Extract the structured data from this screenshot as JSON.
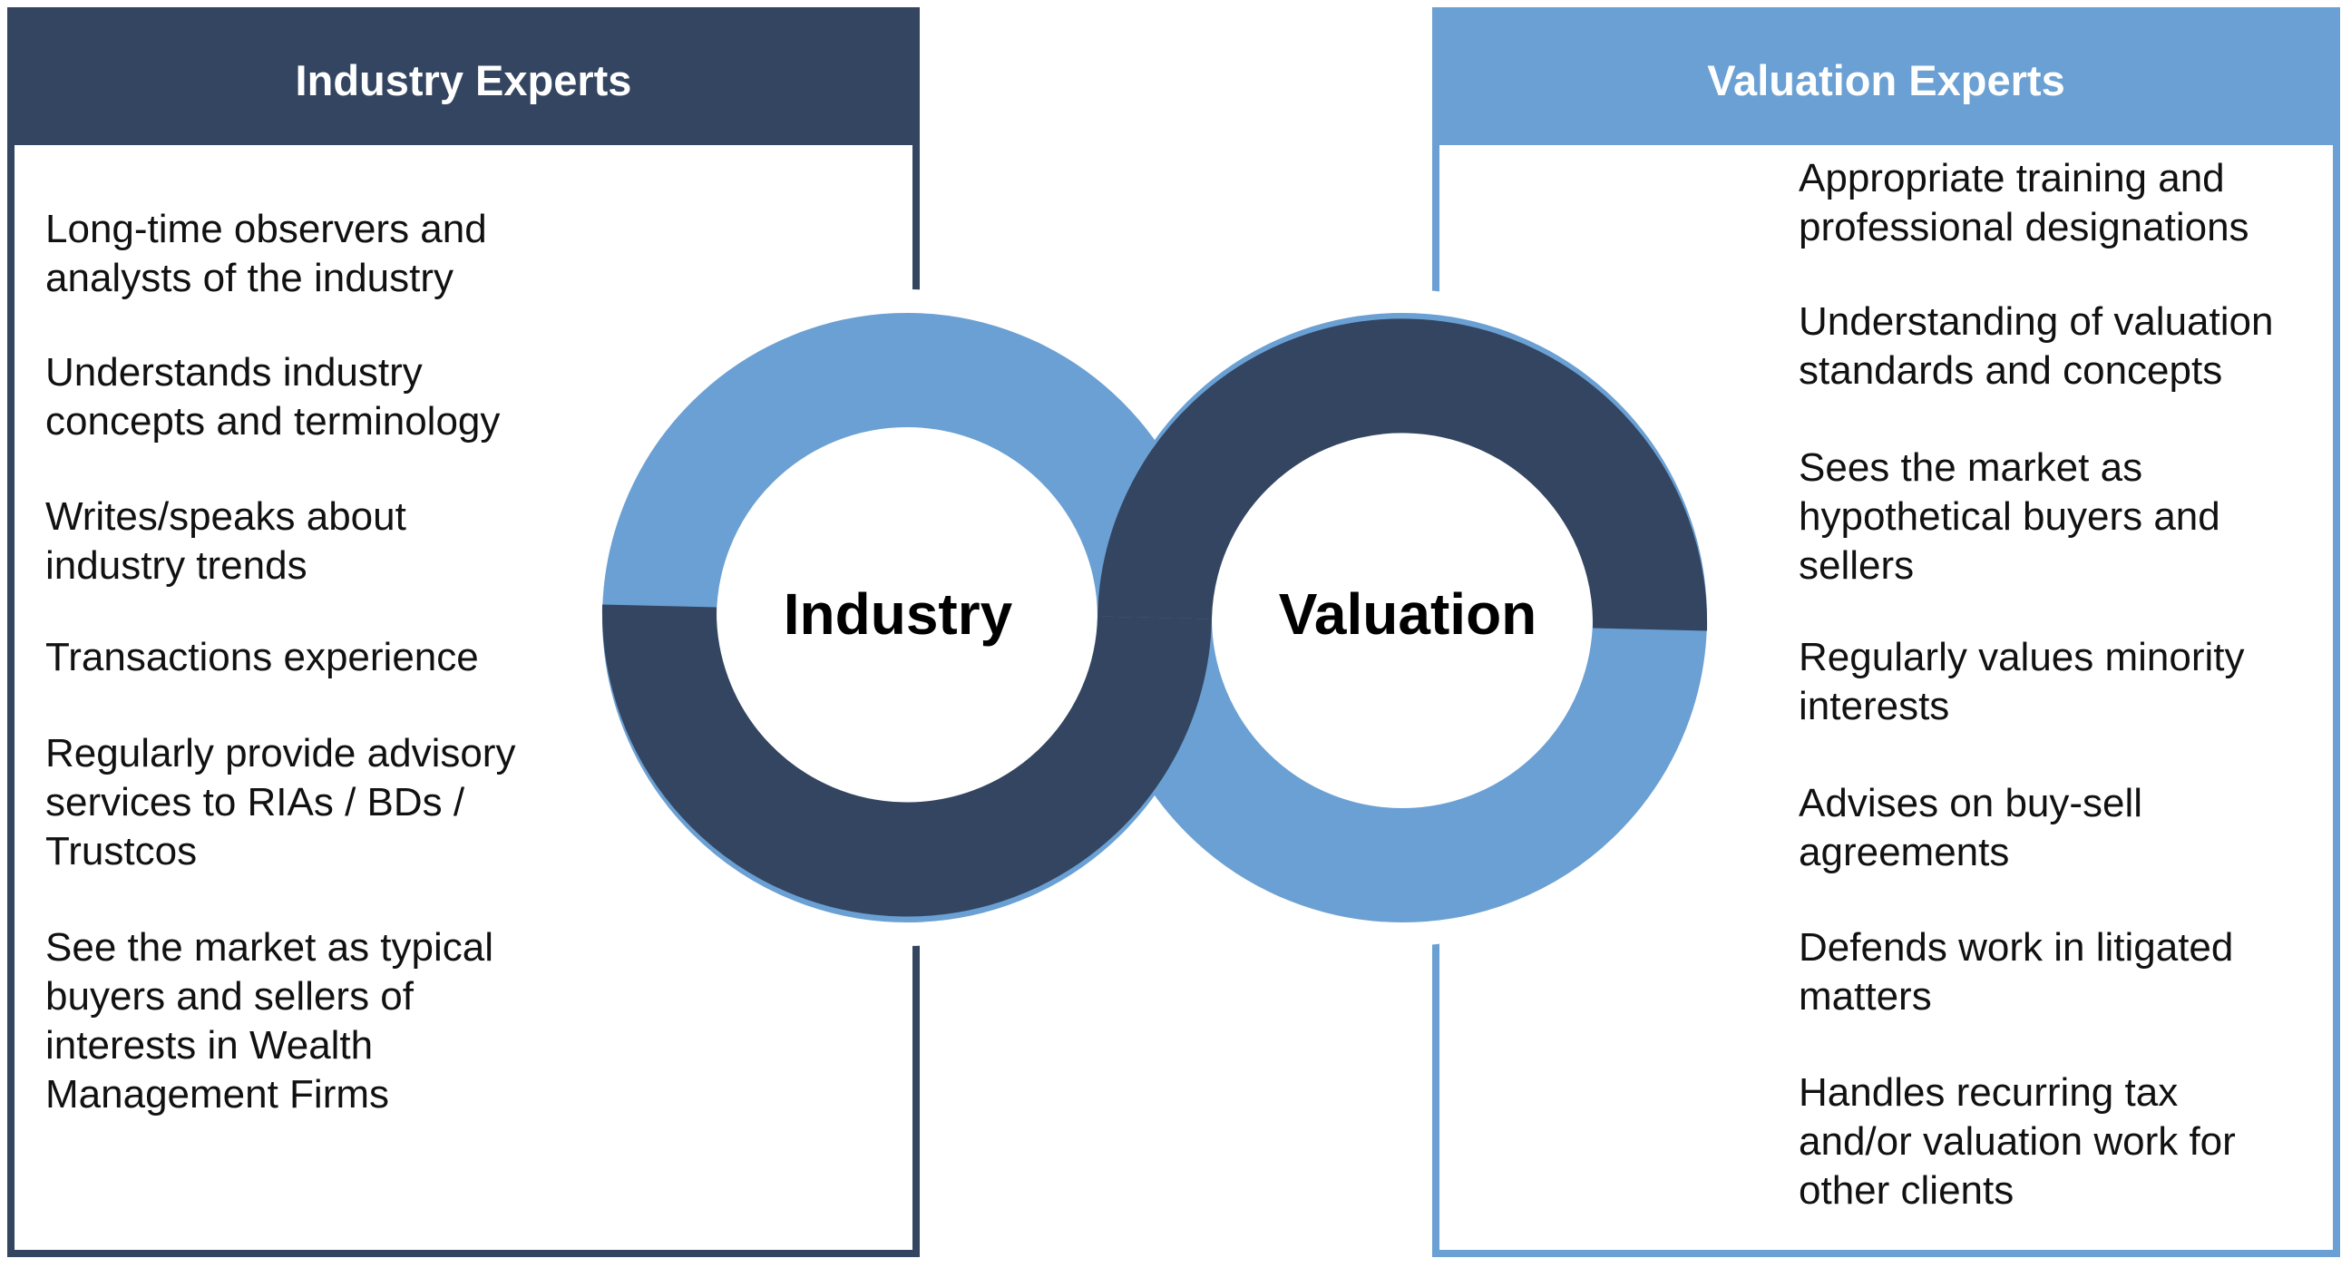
{
  "industry_box": {
    "title": "Industry Experts",
    "items": [
      [
        "Long-time observers and",
        "analysts of the industry"
      ],
      [
        "Understands industry",
        "concepts and terminology"
      ],
      [
        "Writes/speaks about",
        "industry trends"
      ],
      [
        "Transactions experience"
      ],
      [
        "Regularly provide advisory",
        "services to RIAs / BDs /",
        "Trustcos"
      ],
      [
        "See the market as typical",
        "buyers and sellers of",
        "interests in Wealth",
        "Management Firms"
      ]
    ]
  },
  "valuation_box": {
    "title": "Valuation Experts",
    "items": [
      [
        "Appropriate training and",
        "professional designations"
      ],
      [
        "Understanding of valuation",
        "standards and concepts"
      ],
      [
        "Sees the market as",
        "hypothetical buyers and",
        "sellers"
      ],
      [
        "Regularly values minority",
        "interests"
      ],
      [
        "Advises on buy-sell",
        "agreements"
      ],
      [
        "Defends work in litigated",
        "matters"
      ],
      [
        "Handles recurring tax",
        "and/or valuation work for",
        "other clients"
      ]
    ]
  },
  "rings": {
    "left_label": "Industry",
    "right_label": "Valuation",
    "colors": {
      "dark": "#334560",
      "light": "#6aa0d3"
    }
  }
}
